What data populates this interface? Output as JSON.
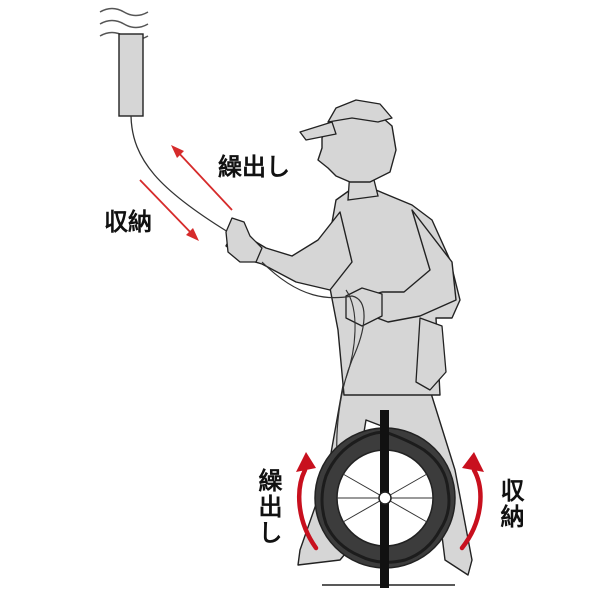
{
  "labels": {
    "feed_out_top": "繰出し",
    "retract_top": "収納",
    "feed_out_reel": "繰出し",
    "retract_reel": "収納"
  },
  "colors": {
    "figure_fill": "#d6d6d6",
    "outline": "#222222",
    "arrow_thin": "#d62b2b",
    "arrow_thick": "#c8101e",
    "tire": "#3c3c3c",
    "hub": "#ffffff"
  },
  "icons": {
    "person": "worker-silhouette-icon",
    "reel": "cable-reel-icon",
    "pipe": "hanging-pipe-icon"
  }
}
